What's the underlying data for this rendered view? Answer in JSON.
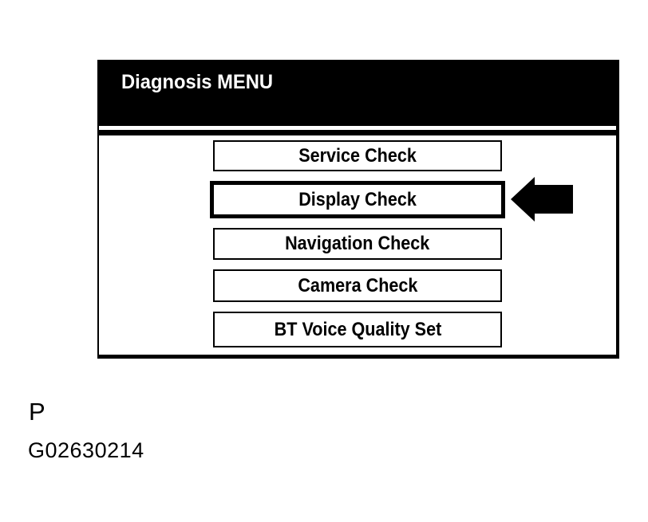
{
  "screen": {
    "title": "Diagnosis MENU",
    "buttons": [
      {
        "label": "Service Check",
        "selected": false
      },
      {
        "label": "Display Check",
        "selected": true
      },
      {
        "label": "Navigation Check",
        "selected": false
      },
      {
        "label": "Camera Check",
        "selected": false
      },
      {
        "label": "BT Voice Quality Set",
        "selected": false
      }
    ],
    "pointer_icon": "left-arrow",
    "colors": {
      "header_bg": "#000000",
      "header_fg": "#ffffff",
      "screen_bg": "#ffffff",
      "border": "#000000"
    }
  },
  "captions": {
    "letter": "P",
    "code": "G02630214"
  }
}
